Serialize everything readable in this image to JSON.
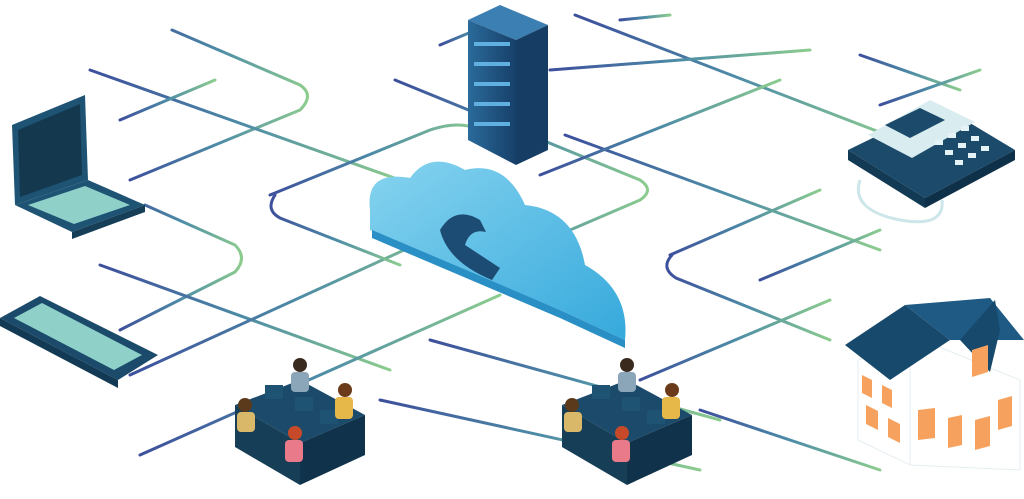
{
  "diagram": {
    "nodes": [
      {
        "id": "laptop",
        "icon": "laptop-icon"
      },
      {
        "id": "tablet",
        "icon": "tablet-icon"
      },
      {
        "id": "server",
        "icon": "server-rack-icon"
      },
      {
        "id": "cloud",
        "icon": "cloud-phone-icon"
      },
      {
        "id": "desk-phone",
        "icon": "desk-phone-icon"
      },
      {
        "id": "house",
        "icon": "house-icon"
      },
      {
        "id": "office-team-left",
        "icon": "office-team-icon"
      },
      {
        "id": "office-team-right",
        "icon": "office-team-icon"
      }
    ],
    "colors": {
      "line_blue": "#3d5a9c",
      "line_mid": "#4f8fa6",
      "line_green": "#7ec28d",
      "device_dark": "#1f5374",
      "device_navy": "#1b4a6b",
      "screen_light": "#8fd0c9",
      "cloud_light": "#7fd0ee",
      "cloud_mid": "#42b5e3",
      "server_dark": "#1d4f7a",
      "house_roof": "#17496c",
      "house_wall": "#ffffff",
      "house_window": "#f6a25e"
    }
  }
}
